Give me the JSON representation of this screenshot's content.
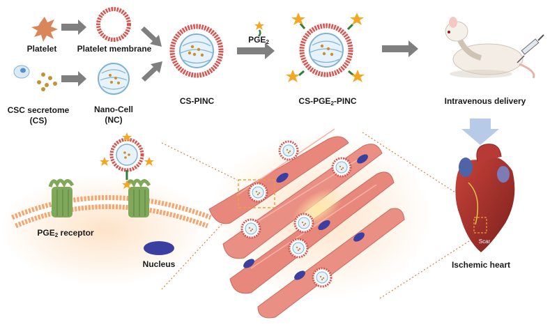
{
  "labels": {
    "platelet": "Platelet",
    "platelet_membrane": "Platelet membrane",
    "csc_secretome": "CSC secretome",
    "cs": "(CS)",
    "nano_cell": "Nano-Cell",
    "nc": "(NC)",
    "cs_pinc": "CS-PINC",
    "pge2_main": "PGE",
    "pge2_sub": "2",
    "cs_pge2_pinc_a": "CS-PGE",
    "cs_pge2_pinc_sub": "2",
    "cs_pge2_pinc_b": "-PINC",
    "intravenous_delivery": "Intravenous delivery",
    "pge2_receptor_main": "PGE",
    "pge2_receptor_sub": "2",
    "pge2_receptor_rest": " receptor",
    "nucleus": "Nucleus",
    "ischemic_heart": "Ischemic heart",
    "scar": "Scar"
  },
  "colors": {
    "arrow": "#7f7f7f",
    "membrane": "#d9534f",
    "nanocell_blue": "#7fb3d5",
    "receptor_green": "#7fa85a",
    "lipid_orange": "#f3a66e",
    "muscle": "#e8877c",
    "nucleus": "#3b3fa0",
    "star": "#f5a623",
    "down_arrow": "#b7cbe8"
  }
}
